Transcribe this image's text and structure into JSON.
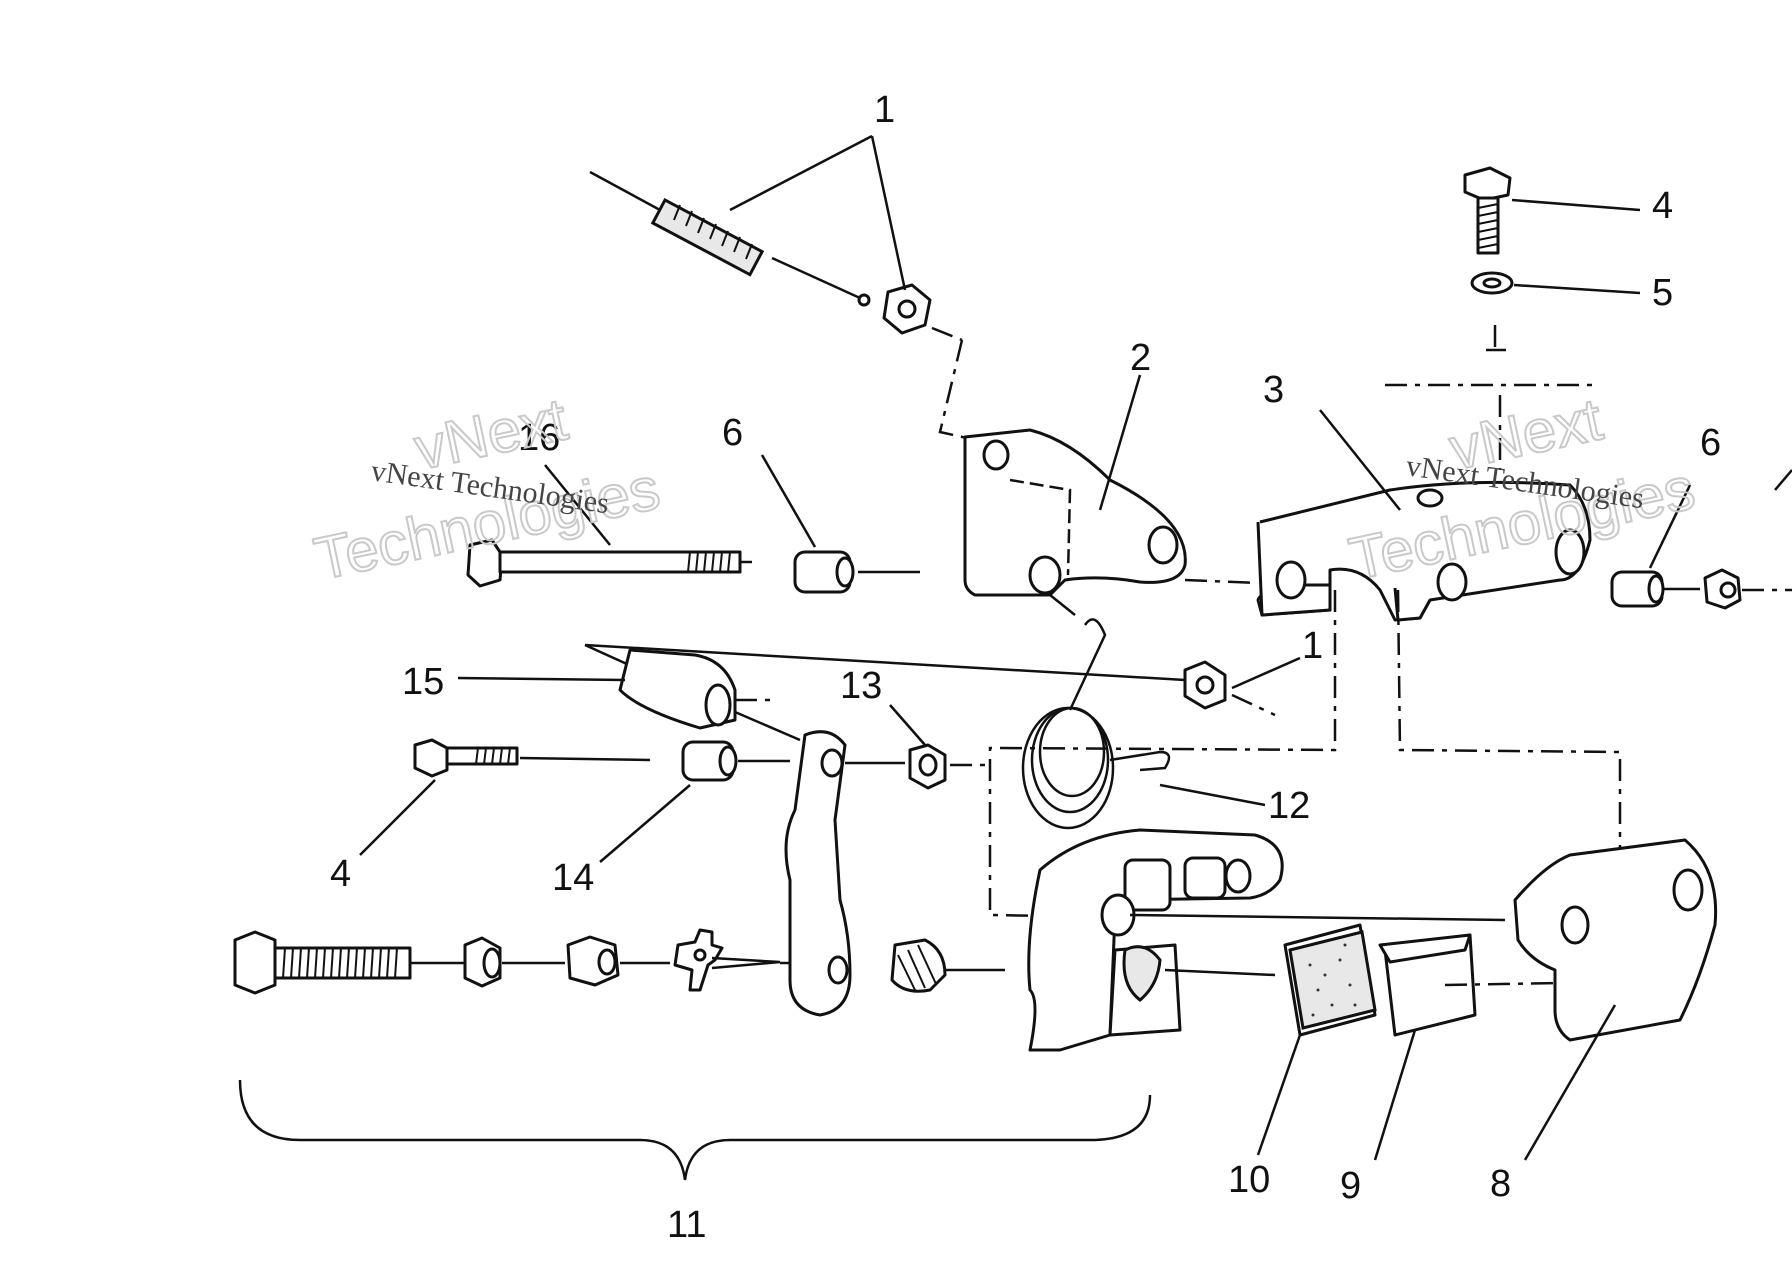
{
  "watermark": {
    "brand_line1": "vNext",
    "brand_line2": "Technologies",
    "brand_small": "vNext Technologies"
  },
  "callouts": {
    "n1_top": "1",
    "n1_mid": "1",
    "n2": "2",
    "n3": "3",
    "n4_top": "4",
    "n4_left": "4",
    "n5": "5",
    "n6_left": "6",
    "n6_right": "6",
    "n8": "8",
    "n9": "9",
    "n10": "10",
    "n11": "11",
    "n12": "12",
    "n13": "13",
    "n14": "14",
    "n15": "15",
    "n16": "16"
  }
}
